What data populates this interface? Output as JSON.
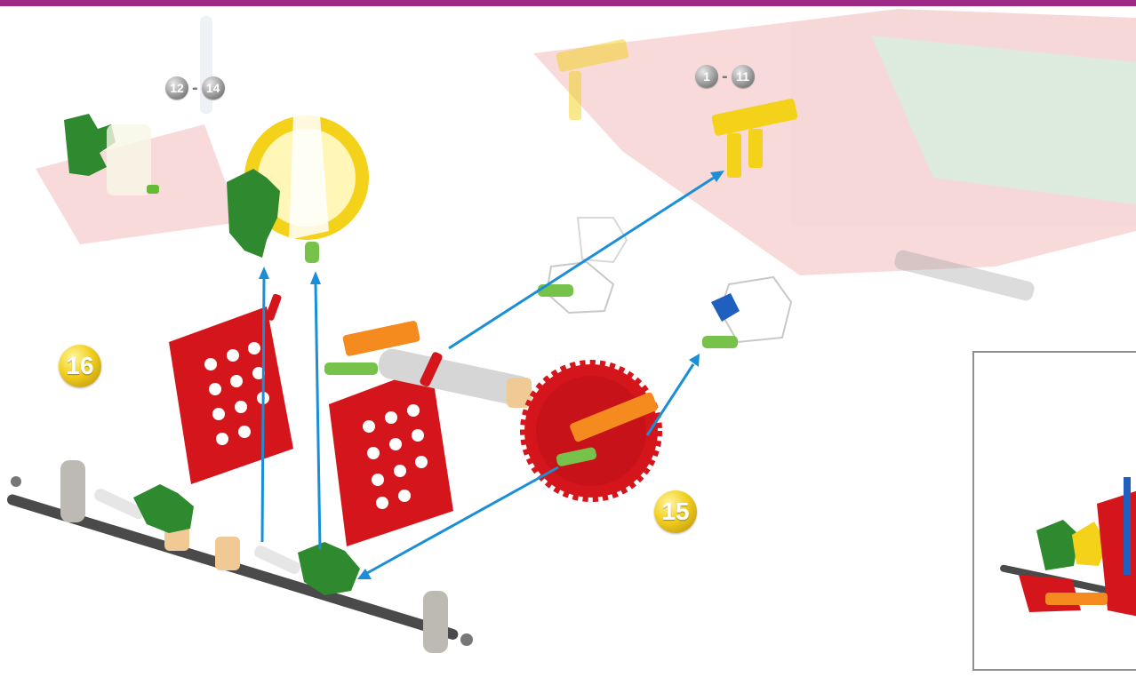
{
  "steps": {
    "range_a": {
      "from": "12",
      "to": "14",
      "separator": "-"
    },
    "range_b": {
      "from": "1",
      "to": "11",
      "separator": "-"
    },
    "step_16": "16",
    "step_15": "15"
  },
  "colors": {
    "accent_bar": "#9c2a86",
    "arrow": "#1b8fd6",
    "red_part": "#d4161c",
    "green_part": "#2f8a2f",
    "yellow_part": "#f4d21a",
    "orange_part": "#f58a1f",
    "grey_rod": "#4a4a4a",
    "tan_clip": "#f1c994"
  }
}
